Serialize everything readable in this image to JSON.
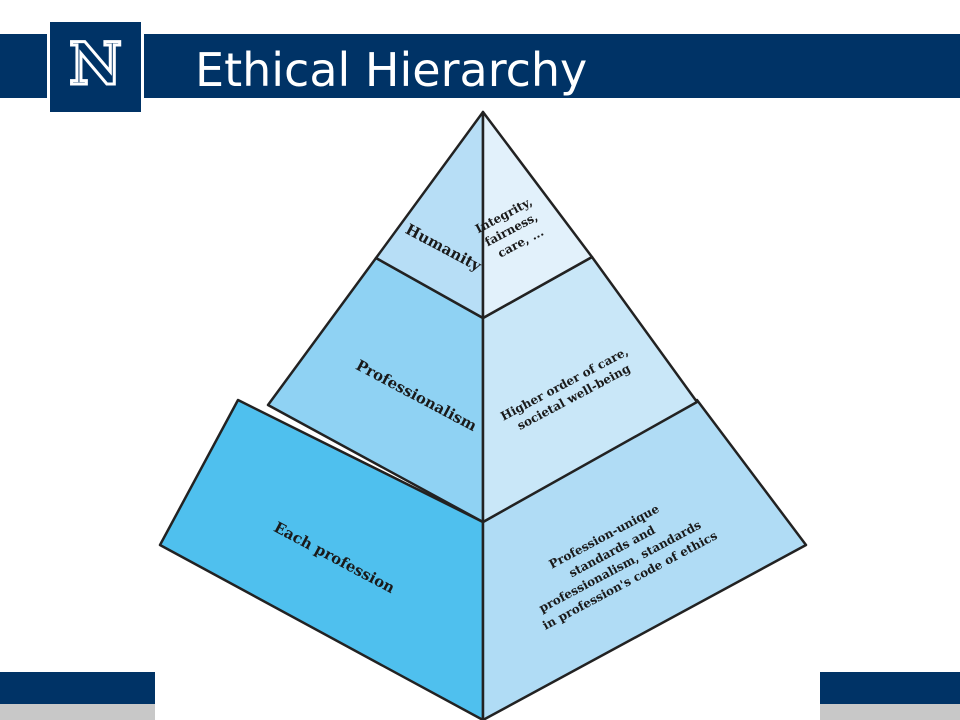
{
  "slide": {
    "title": "Ethical Hierarchy",
    "logo_letter": "N"
  },
  "pyramid": {
    "levels_left": [
      {
        "label": "Humanity"
      },
      {
        "label": "Professionalism"
      },
      {
        "label": "Each profession"
      }
    ],
    "levels_right": [
      {
        "lines": [
          "Integrity,",
          "fairness,",
          "care, ..."
        ]
      },
      {
        "lines": [
          "Higher order of care,",
          "societal well-being"
        ]
      },
      {
        "lines": [
          "Profession-unique",
          "standards and",
          "professionalism, standards",
          "in profession's code of ethics"
        ]
      }
    ]
  },
  "colors": {
    "brand_navy": "#003366",
    "footer_gray": "#c8c8c8",
    "left_top": "#b7def6",
    "left_mid": "#8fd2f3",
    "left_bottom": "#4fc0ee",
    "right_top": "#e2f1fb",
    "right_mid": "#c9e7f8",
    "right_bottom": "#b0dcf5"
  }
}
